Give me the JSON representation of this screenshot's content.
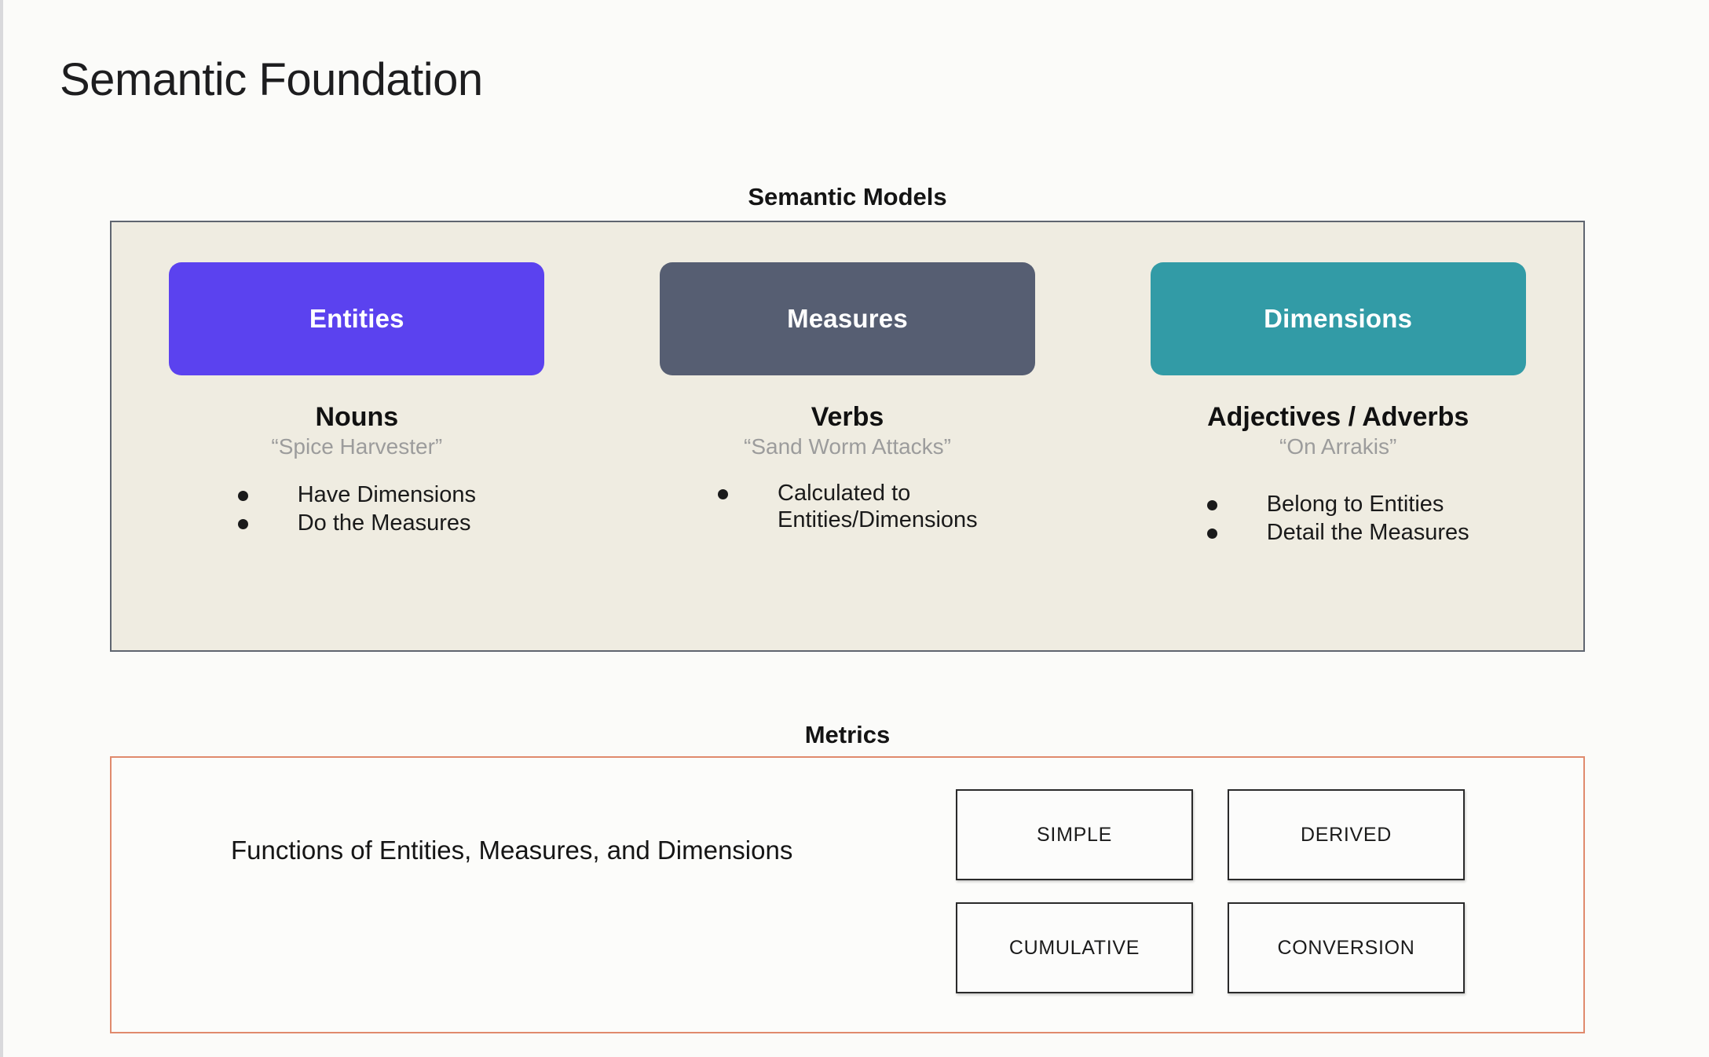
{
  "page": {
    "title": "Semantic Foundation",
    "background_color": "#FBFBF9"
  },
  "semantic_models": {
    "heading": "Semantic Models",
    "panel_background": "#EFECE1",
    "panel_border_color": "#5F6570",
    "columns": [
      {
        "chip_label": "Entities",
        "chip_color": "#5B42EF",
        "part_of_speech": "Nouns",
        "example": "“Spice Harvester”",
        "bullets": [
          "Have Dimensions",
          "Do the Measures"
        ]
      },
      {
        "chip_label": "Measures",
        "chip_color": "#565E72",
        "part_of_speech": "Verbs",
        "example": "“Sand Worm Attacks”",
        "bullets": [
          "Calculated to Entities/Dimensions"
        ]
      },
      {
        "chip_label": "Dimensions",
        "chip_color": "#329BA6",
        "part_of_speech": "Adjectives / Adverbs",
        "example": "“On Arrakis”",
        "bullets": [
          "Belong to Entities",
          "Detail the Measures"
        ]
      }
    ]
  },
  "metrics": {
    "heading": "Metrics",
    "panel_border_color": "#E08A6D",
    "description": "Functions of Entities, Measures, and Dimensions",
    "types": [
      "SIMPLE",
      "DERIVED",
      "CUMULATIVE",
      "CONVERSION"
    ]
  }
}
